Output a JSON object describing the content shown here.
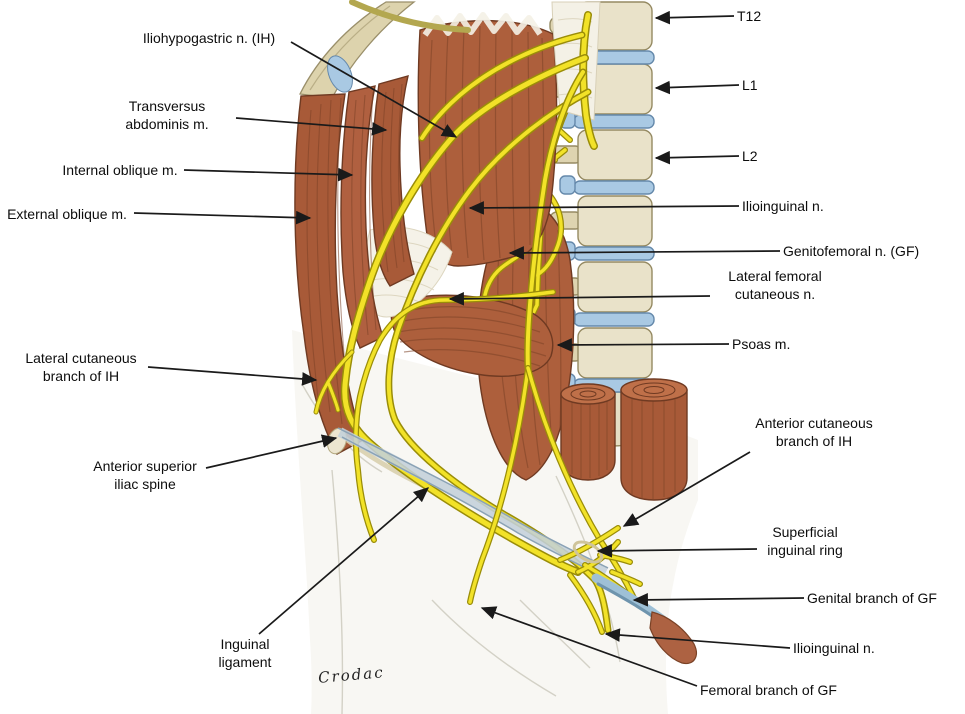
{
  "figure": {
    "description": "Anatomical illustration of the abdominal wall, lumbar spine and lumbar plexus nerves",
    "signature": "Crodac"
  },
  "labels": {
    "iliohypogastric_n": "Iliohypogastric n. (IH)",
    "transversus_abdominis_m": "Transversus\nabdominis m.",
    "internal_oblique_m": "Internal oblique m.",
    "external_oblique_m": "External oblique m.",
    "lateral_cutaneous_branch_ih": "Lateral cutaneous\nbranch of IH",
    "anterior_superior_iliac_spine": "Anterior superior\niliac spine",
    "inguinal_ligament": "Inguinal\nligament",
    "t12": "T12",
    "l1": "L1",
    "l2": "L2",
    "ilioinguinal_n": "Ilioinguinal n.",
    "genitofemoral_n": "Genitofemoral n. (GF)",
    "lateral_femoral_cutaneous_n": "Lateral femoral\ncutaneous n.",
    "psoas_m": "Psoas m.",
    "anterior_cutaneous_branch_ih": "Anterior cutaneous\nbranch of IH",
    "superficial_inguinal_ring": "Superficial\ninguinal ring",
    "genital_branch_gf": "Genital branch of GF",
    "ilioinguinal_n_distal": "Ilioinguinal n.",
    "femoral_branch_gf": "Femoral branch of GF"
  },
  "colors": {
    "muscle": "#ad5f3c",
    "muscle_dark": "#6f3a22",
    "nerve": "#f2e228",
    "nerve_outline": "#9a8d08",
    "bone": "#e9e2c9",
    "disc": "#a9c9e3",
    "ligament": "#c3d0da",
    "arrow": "#1a1a1a"
  }
}
